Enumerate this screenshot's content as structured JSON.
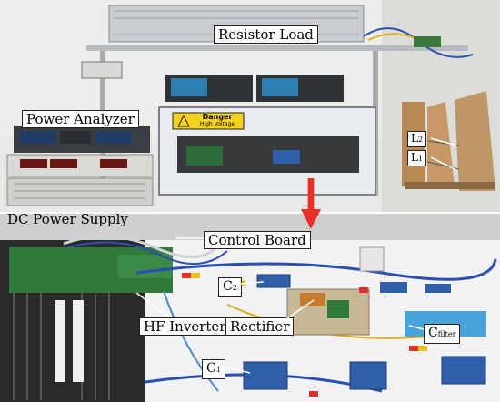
{
  "labels": {
    "resistor_load": "Resistor Load",
    "power_analyzer": "Power Analyzer",
    "dc_power_supply": "DC Power Supply",
    "control_board": "Control Board",
    "hf_inverter": "HF Inverter",
    "rectifier": "Rectifier",
    "c2": "C",
    "c2_sub": "2",
    "c1": "C",
    "c1_sub": "1",
    "cfilter": "C",
    "cfilter_sub": "filter",
    "l2": "L",
    "l2_sub": "2",
    "l1": "L",
    "l1_sub": "1"
  },
  "warning_sign": {
    "line1": "Danger",
    "line2": "High Voltage"
  },
  "colors": {
    "arrow": "#e8302a",
    "arrow_glow": "#ff7060",
    "pcb_blue": "#2f5fa8",
    "pcb_green": "#2f7a3a",
    "bench": "#f2f2f2"
  }
}
